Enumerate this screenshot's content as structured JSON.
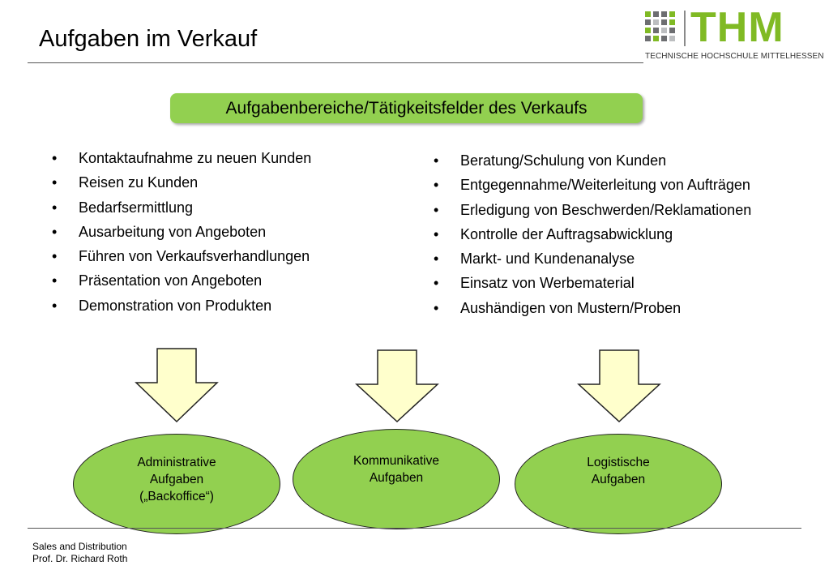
{
  "slide": {
    "title": "Aufgaben im Verkauf"
  },
  "logo": {
    "wordmark": "THM",
    "subtitle": "TECHNISCHE HOCHSCHULE MITTELHESSEN",
    "accent_color": "#80ba24"
  },
  "header": {
    "label": "Aufgabenbereiche/Tätigkeitsfelder des Verkaufs",
    "color": "#92d050"
  },
  "left_list": [
    "Kontaktaufnahme zu neuen Kunden",
    "Reisen zu Kunden",
    "Bedarfsermittlung",
    "Ausarbeitung von Angeboten",
    "Führen von Verkaufsverhandlungen",
    "Präsentation von Angeboten",
    "Demonstration von Produkten"
  ],
  "right_list": [
    "Beratung/Schulung von Kunden",
    "Entgegennahme/Weiterleitung von Aufträgen",
    "Erledigung von Beschwerden/Reklamationen",
    "Kontrolle der Auftragsabwicklung",
    "Markt- und Kundenanalyse",
    "Einsatz von Werbematerial",
    "Aushändigen von Mustern/Proben"
  ],
  "arrow_fill": "#ffffcc",
  "categories": [
    {
      "label": "Administrative\nAufgaben\n(„Backoffice“)"
    },
    {
      "label": "Kommunikative\nAufgaben"
    },
    {
      "label": "Logistische\nAufgaben"
    }
  ],
  "footer": {
    "line1": "Sales and Distribution",
    "line2": "Prof. Dr. Richard Roth"
  }
}
